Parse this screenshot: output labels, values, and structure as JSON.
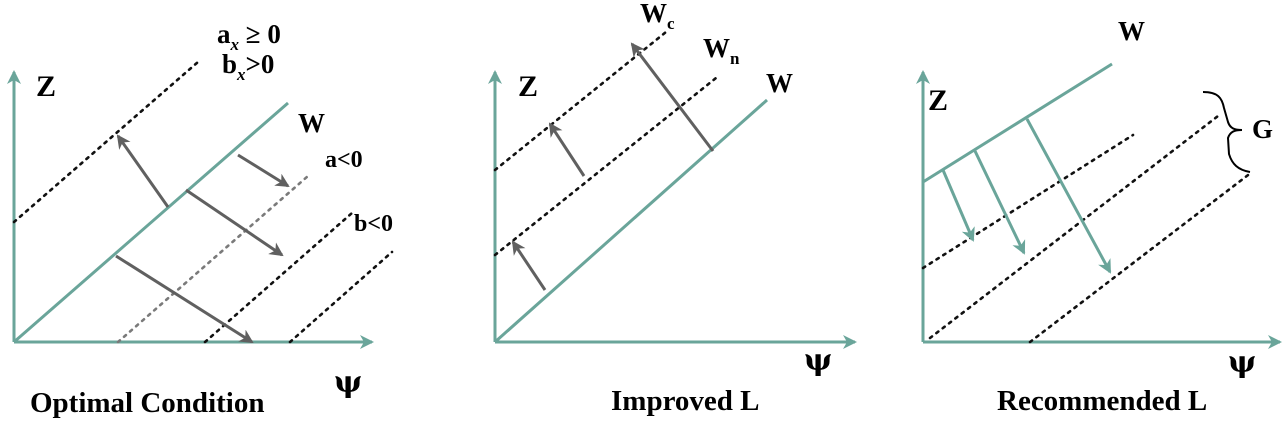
{
  "panels": [
    {
      "caption": "Optimal Condition",
      "axis_y_label": "Z",
      "axis_x_label": "ψ",
      "line_w_label": "W",
      "top_label_a_main": "a",
      "top_label_a_sub": "x",
      "top_label_a_rel": " ≥ 0",
      "top_label_b_main": "b",
      "top_label_b_sub": "x",
      "top_label_b_rel": ">0",
      "label_a_neg": "a<0",
      "label_b_neg": "b<0"
    },
    {
      "caption": "Improved L",
      "axis_y_label": "Z",
      "axis_x_label": "ψ",
      "line_w_label": "W",
      "line_wc_main": "W",
      "line_wc_sub": "c",
      "line_wn_main": "W",
      "line_wn_sub": "n"
    },
    {
      "caption": "Recommended L",
      "axis_y_label": "Z",
      "axis_x_label": "ψ",
      "line_w_label": "W",
      "brace_label": "G"
    }
  ],
  "colors": {
    "axis": "#6aa59a",
    "arrow_gray": "#606060",
    "dotted": "#111111"
  }
}
